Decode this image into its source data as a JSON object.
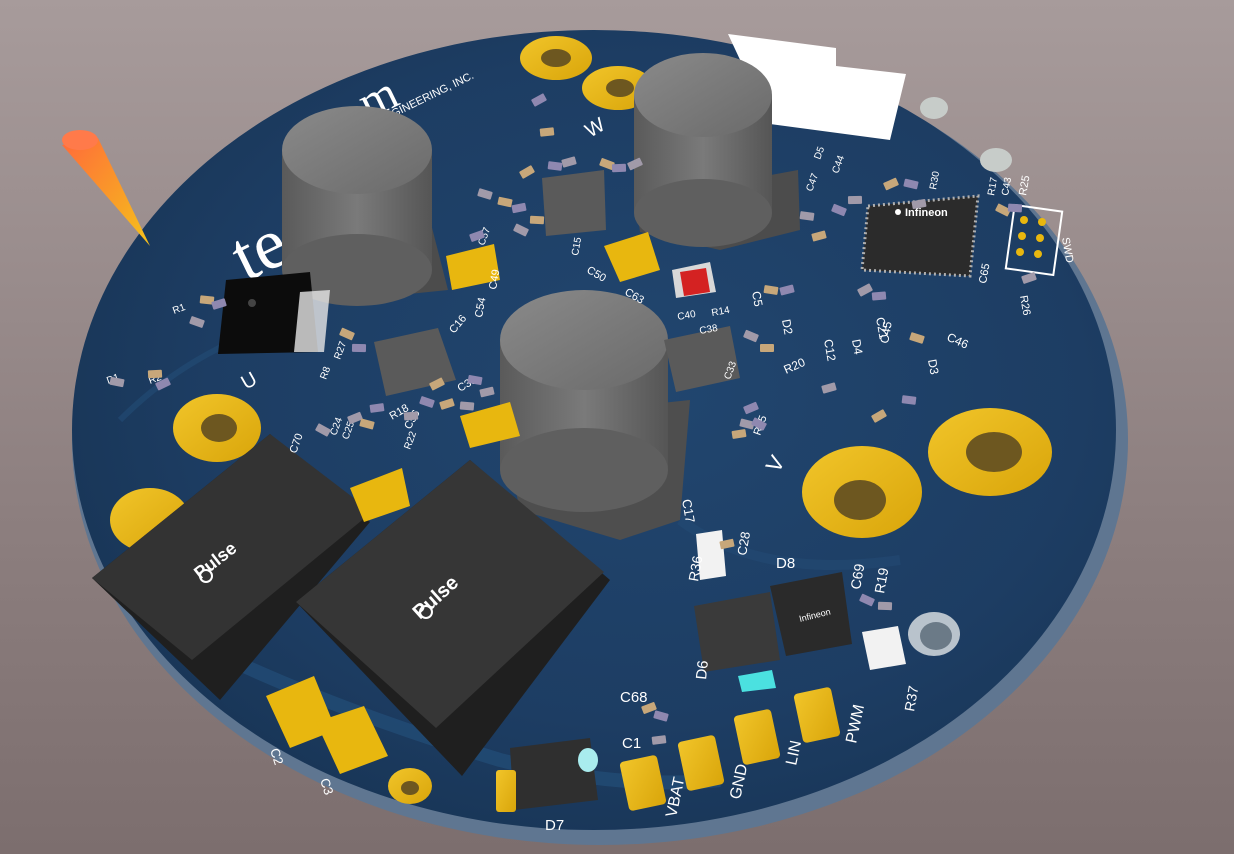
{
  "board": {
    "logo_text": "te",
    "logo_text_2": "m",
    "company_text": "ENGINEERING, INC.",
    "colors": {
      "background": "#9b8e8e",
      "pcb": "#1c3c63",
      "pcb_edge": "#5e7590",
      "pad_gold": "#e8b70f",
      "capacitor_body": "#6e6e6e",
      "inductor_body": "#2e2e2e",
      "silkscreen": "#ffffff"
    }
  },
  "inductors": [
    {
      "brand": "Pulse"
    },
    {
      "brand": "Pulse"
    }
  ],
  "ic": {
    "brand": "Infineon",
    "small_brand": "Infineon"
  },
  "connectors": {
    "swd": "SWD",
    "pins": [
      "VBAT",
      "GND",
      "LIN",
      "PWM"
    ]
  },
  "phase_labels": [
    "U",
    "V",
    "W"
  ],
  "designators": {
    "C2": "C2",
    "C3": "C3",
    "C1": "C1",
    "C68": "C68",
    "D7": "D7",
    "D6": "D6",
    "D8": "D8",
    "R36": "R36",
    "C28": "C28",
    "C69": "C69",
    "R19": "R19",
    "R37": "R37",
    "C17": "C17",
    "R20": "R20",
    "C46": "C46",
    "D3": "D3",
    "D4": "D4",
    "C45": "C45",
    "C12": "C12",
    "C21": "C21",
    "D2": "D2",
    "C5": "C5",
    "C65": "C65",
    "R26": "R26",
    "R25": "R25",
    "R17": "R17",
    "C43": "C43",
    "R30": "R30",
    "C50": "C50",
    "C63": "C63",
    "C15": "C15",
    "C49": "C49",
    "C54": "C54",
    "C16": "C16",
    "C39": "C39",
    "C56": "C56",
    "R18": "R18",
    "R1": "R1",
    "R2": "R2",
    "C70": "C70",
    "R22": "R22",
    "C25": "C25",
    "C24": "C24",
    "C40": "C40",
    "R14": "R14",
    "C38": "C38",
    "C33": "C33",
    "R25b": "R25",
    "R8": "R8",
    "C57": "C57",
    "R27": "R27",
    "C44": "C44",
    "D5": "D5",
    "C47": "C47",
    "D1": "D1"
  }
}
